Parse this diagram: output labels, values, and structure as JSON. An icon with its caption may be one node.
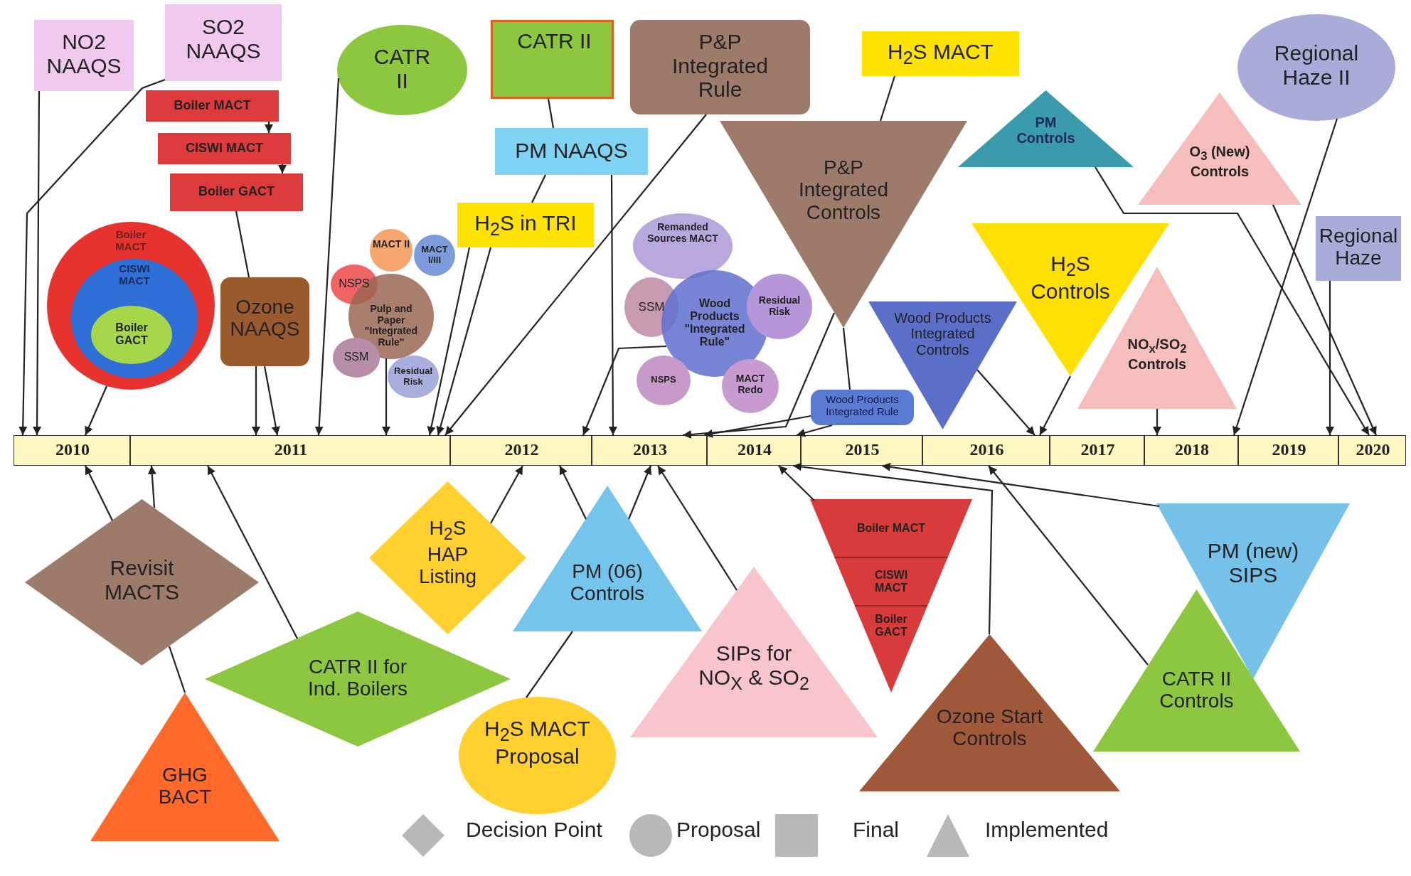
{
  "diagram": {
    "nodes": [
      {
        "text": [
          "NO2 NAAQS"
        ]
      },
      {
        "text": [
          "SO2 NAAQS"
        ]
      },
      {
        "text": [
          "Boiler MACT"
        ]
      },
      {
        "text": [
          "CISWI MACT"
        ]
      },
      {
        "text": [
          "Boiler GACT"
        ]
      },
      {
        "text": [
          "CATR II"
        ]
      },
      {
        "text": [
          "CATR II"
        ]
      },
      {
        "text": [
          "P&P Integrated Rule"
        ]
      },
      {
        "text": [
          "H$_{2}$S MACT"
        ]
      },
      {
        "text": [
          "PM NAAQS"
        ]
      },
      {
        "text": [
          "H$_{2}$S in TRI"
        ]
      },
      {
        "text": [
          "Regional Haze II"
        ]
      },
      {
        "text": [
          "PM Controls"
        ]
      },
      {
        "text": [
          "P&P Integrated Controls"
        ]
      },
      {
        "text": [
          "O$_{3}$ (New) Controls"
        ]
      },
      {
        "text": [
          "H$_{2}$S Controls"
        ]
      },
      {
        "text": [
          "Regional Haze"
        ]
      },
      {
        "text": [
          "NO$_{x}$/SO$_{2}$ Controls"
        ]
      },
      {
        "text": [
          "Wood Products Integrated Controls"
        ]
      },
      {
        "text": [
          "Wood Products Integrated Rule"
        ]
      },
      {
        "text": [
          "Boiler MACT"
        ]
      },
      {
        "text": [
          "CISWI MACT"
        ],
        "in": 20
      },
      {
        "text": [
          "Boiler GACT"
        ],
        "in": 21
      },
      {
        "text": [
          "Ozone NAAQS"
        ]
      },
      {
        "text": [
          "MACT II"
        ]
      },
      {
        "text": [
          "NSPS"
        ]
      },
      {
        "text": [
          "Pulp and Paper \"Integrated Rule\""
        ]
      },
      {
        "text": [
          "MACT I/III"
        ]
      },
      {
        "text": [
          "SSM"
        ]
      },
      {
        "text": [
          "Residual Risk"
        ]
      },
      {
        "text": [
          "Remanded Sources MACT"
        ]
      },
      {
        "text": [
          "SSM"
        ]
      },
      {
        "text": [
          "Wood Products \"Integrated Rule\""
        ]
      },
      {
        "text": [
          "Residual Risk"
        ]
      },
      {
        "text": [
          "NSPS"
        ]
      },
      {
        "text": [
          "MACT Redo"
        ]
      },
      {
        "text": [
          "2010"
        ]
      },
      {
        "text": [
          "2011"
        ]
      },
      {
        "text": [
          "2012"
        ]
      },
      {
        "text": [
          "2013"
        ]
      },
      {
        "text": [
          "2014"
        ]
      },
      {
        "text": [
          "2015"
        ]
      },
      {
        "text": [
          "2016"
        ]
      },
      {
        "text": [
          "2017"
        ]
      },
      {
        "text": [
          "2018"
        ]
      },
      {
        "text": [
          "2019"
        ]
      },
      {
        "text": [
          "2020"
        ]
      },
      {
        "text": [
          "Revisit MACTS"
        ]
      },
      {
        "text": [
          "H$_{2}$S HAP Listing"
        ]
      },
      {
        "text": [
          "PM (06) Controls"
        ]
      },
      {
        "text": [
          "CATR II for Ind. Boilers"
        ]
      },
      {
        "text": [
          "Boiler MACT",
          "CISWI MACT",
          "Boiler GACT"
        ]
      },
      {
        "text": [
          "PM (new) SIPS"
        ]
      },
      {
        "text": [
          "SIPs for NO$_{X}$ & SO$_{2}$"
        ]
      },
      {
        "text": [
          "GHG BACT"
        ]
      },
      {
        "text": [
          "H$_{2}$S MACT Proposal"
        ]
      },
      {
        "text": [
          "Ozone Start Controls"
        ]
      },
      {
        "text": [
          "CATR II Controls"
        ]
      }
    ],
    "edges": [
      {
        "from": 0,
        "to": 36,
        "arrow": "to"
      },
      {
        "from": 1,
        "to": 36,
        "arrow": "to"
      },
      {
        "from": 20,
        "to": 36,
        "arrow": "to"
      },
      {
        "from": 2,
        "to": 3,
        "arrow": "to"
      },
      {
        "from": 3,
        "to": 4,
        "arrow": "to"
      },
      {
        "from": 4,
        "to": 23,
        "arrow": "none"
      },
      {
        "from": 23,
        "to": 37,
        "arrow": "to"
      },
      {
        "from": 23,
        "to": 37,
        "arrow": "to"
      },
      {
        "from": 5,
        "to": 37,
        "arrow": "to"
      },
      {
        "from": 26,
        "to": 37,
        "arrow": "to"
      },
      {
        "from": 10,
        "to": 37,
        "arrow": "to"
      },
      {
        "from": 10,
        "to": 37,
        "arrow": "to"
      },
      {
        "from": 7,
        "to": 37,
        "arrow": "to"
      },
      {
        "from": 6,
        "to": 9,
        "arrow": "none"
      },
      {
        "from": 9,
        "to": 10,
        "arrow": "none"
      },
      {
        "from": 9,
        "to": 39,
        "arrow": "to"
      },
      {
        "from": 8,
        "to": 13,
        "arrow": "none"
      },
      {
        "from": 32,
        "to": 38,
        "arrow": "to"
      },
      {
        "from": 13,
        "to": 39,
        "arrow": "to"
      },
      {
        "from": 13,
        "to": 19,
        "arrow": "none"
      },
      {
        "from": 19,
        "to": 39,
        "arrow": "to"
      },
      {
        "from": 19,
        "to": 40,
        "arrow": "to"
      },
      {
        "from": 18,
        "to": 42,
        "arrow": "to"
      },
      {
        "from": 15,
        "to": 42,
        "arrow": "to"
      },
      {
        "from": 12,
        "to": 46,
        "arrow": "to"
      },
      {
        "from": 14,
        "to": 46,
        "arrow": "to"
      },
      {
        "from": 17,
        "to": 44,
        "arrow": "to"
      },
      {
        "from": 11,
        "to": 44,
        "arrow": "to"
      },
      {
        "from": 16,
        "to": 45,
        "arrow": "to"
      },
      {
        "from": 47,
        "to": 36,
        "arrow": "to"
      },
      {
        "from": 47,
        "to": 37,
        "arrow": "to"
      },
      {
        "from": 54,
        "to": 47,
        "arrow": "none"
      },
      {
        "from": 50,
        "to": 37,
        "arrow": "to"
      },
      {
        "from": 48,
        "to": 38,
        "arrow": "to"
      },
      {
        "from": 49,
        "to": 38,
        "arrow": "to"
      },
      {
        "from": 49,
        "to": 39,
        "arrow": "to"
      },
      {
        "from": 55,
        "to": 49,
        "arrow": "none"
      },
      {
        "from": 53,
        "to": 39,
        "arrow": "to"
      },
      {
        "from": 56,
        "to": 40,
        "arrow": "to"
      },
      {
        "from": 51,
        "to": 40,
        "arrow": "to"
      },
      {
        "from": 52,
        "to": 41,
        "arrow": "to"
      },
      {
        "from": 57,
        "to": 42,
        "arrow": "to"
      }
    ],
    "legend": [
      {
        "text": "Decision Point"
      },
      {
        "text": "Proposal"
      },
      {
        "text": "Final"
      },
      {
        "text": "Implemented"
      }
    ]
  }
}
